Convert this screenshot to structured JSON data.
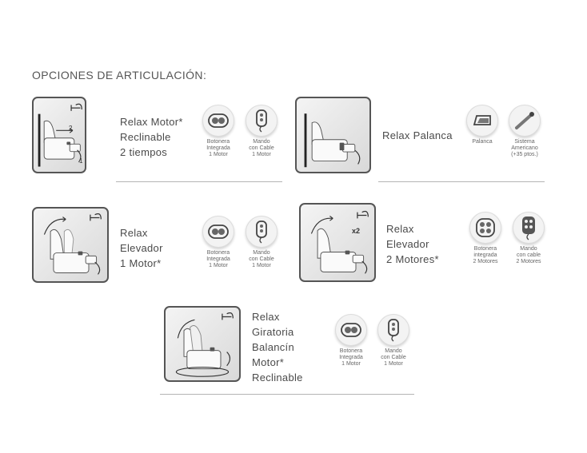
{
  "heading": "OPCIONES DE ARTICULACIÓN:",
  "options": [
    {
      "label_lines": [
        "Relax Motor*",
        "Reclinable",
        "2 tiempos"
      ],
      "controls": [
        {
          "icon": "button-panel-icon",
          "caption_lines": [
            "Botonera",
            "Integrada",
            "1 Motor"
          ]
        },
        {
          "icon": "corded-remote-icon",
          "caption_lines": [
            "Mando",
            "con Cable",
            "1 Motor"
          ]
        }
      ]
    },
    {
      "label_lines": [
        "Relax Palanca"
      ],
      "controls": [
        {
          "icon": "lever-icon",
          "caption_lines": [
            "Palanca"
          ]
        },
        {
          "icon": "pull-handle-icon",
          "caption_lines": [
            "Sistema",
            "Americano",
            "(+35 ptos.)"
          ]
        }
      ]
    },
    {
      "label_lines": [
        "Relax",
        "Elevador",
        "1 Motor*"
      ],
      "controls": [
        {
          "icon": "button-panel-icon",
          "caption_lines": [
            "Botonera",
            "Integrada",
            "1 Motor"
          ]
        },
        {
          "icon": "corded-remote-icon",
          "caption_lines": [
            "Mando",
            "con Cable",
            "1 Motor"
          ]
        }
      ]
    },
    {
      "label_lines": [
        "Relax",
        "Elevador",
        "2 Motores*"
      ],
      "thumb_badge": "x2",
      "controls": [
        {
          "icon": "four-way-button-panel-icon",
          "caption_lines": [
            "Botonera",
            "integrada",
            "2 Motores"
          ]
        },
        {
          "icon": "corded-remote-two-motor-icon",
          "caption_lines": [
            "Mando",
            "con cable",
            "2 Motores"
          ]
        }
      ]
    },
    {
      "label_lines": [
        "Relax",
        "Giratoria",
        "Balancín",
        "Motor*",
        "Reclinable"
      ],
      "controls": [
        {
          "icon": "button-panel-icon",
          "caption_lines": [
            "Botonera",
            "Integrada",
            "1 Motor"
          ]
        },
        {
          "icon": "corded-remote-icon",
          "caption_lines": [
            "Mando",
            "con Cable",
            "1 Motor"
          ]
        }
      ]
    }
  ],
  "thumb_marks": {
    "step_first": "2",
    "step_second": "1"
  },
  "colors": {
    "text": "#4a4a4a",
    "rule": "#b5b5b5",
    "thumb_border": "#555555"
  }
}
